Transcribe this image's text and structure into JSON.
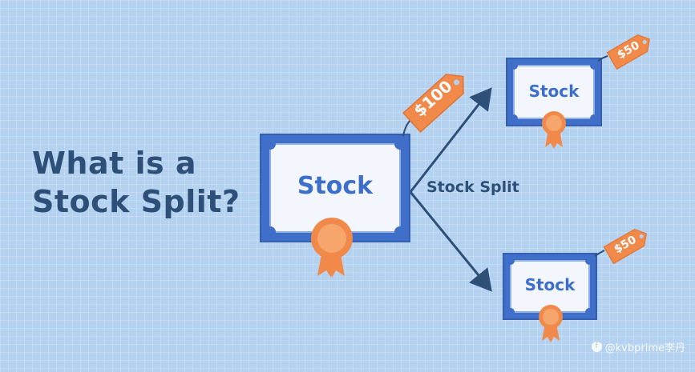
{
  "title_line1": "What is a",
  "title_line2": "Stock Split?",
  "split_label": "Stock Split",
  "certificates": {
    "main": {
      "word": "Stock",
      "price": "$100"
    },
    "top": {
      "word": "Stock",
      "price": "$50"
    },
    "bottom": {
      "word": "Stock",
      "price": "$50"
    }
  },
  "watermark": "@kvbprime李丹",
  "colors": {
    "background": "#b4d2ef",
    "navy": "#2d4f78",
    "blue": "#3f6fc8",
    "orange": "#f0894a"
  }
}
